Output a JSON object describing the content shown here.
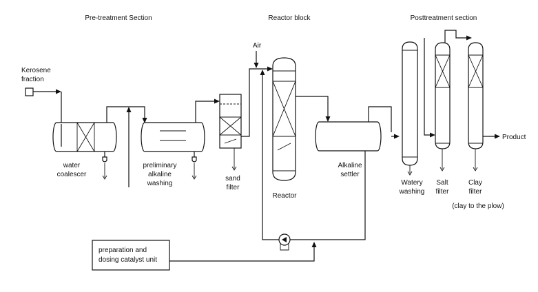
{
  "sections": {
    "pretreatment": "Pre-treatment Section",
    "reactor_block": "Reactor block",
    "posttreatment": "Posttreatment section"
  },
  "labels": {
    "kerosene_line1": "Kerosene",
    "kerosene_line2": "fraction",
    "air": "Air",
    "water_line1": "water",
    "water_line2": "coalescer",
    "prelim_line1": "preliminary",
    "prelim_line2": "alkaline",
    "prelim_line3": "washing",
    "sand_line1": "sand",
    "sand_line2": "filter",
    "reactor": "Reactor",
    "alk_line1": "Alkaline",
    "alk_line2": "settler",
    "watery_line1": "Watery",
    "watery_line2": "washing",
    "salt_line1": "Salt",
    "salt_line2": "filter",
    "clay_line1": "Clay",
    "clay_line2": "filter",
    "clay_note": "(clay to the plow)",
    "product": "Product",
    "catalyst_line1": "preparation and",
    "catalyst_line2": "dosing catalyst unit"
  }
}
